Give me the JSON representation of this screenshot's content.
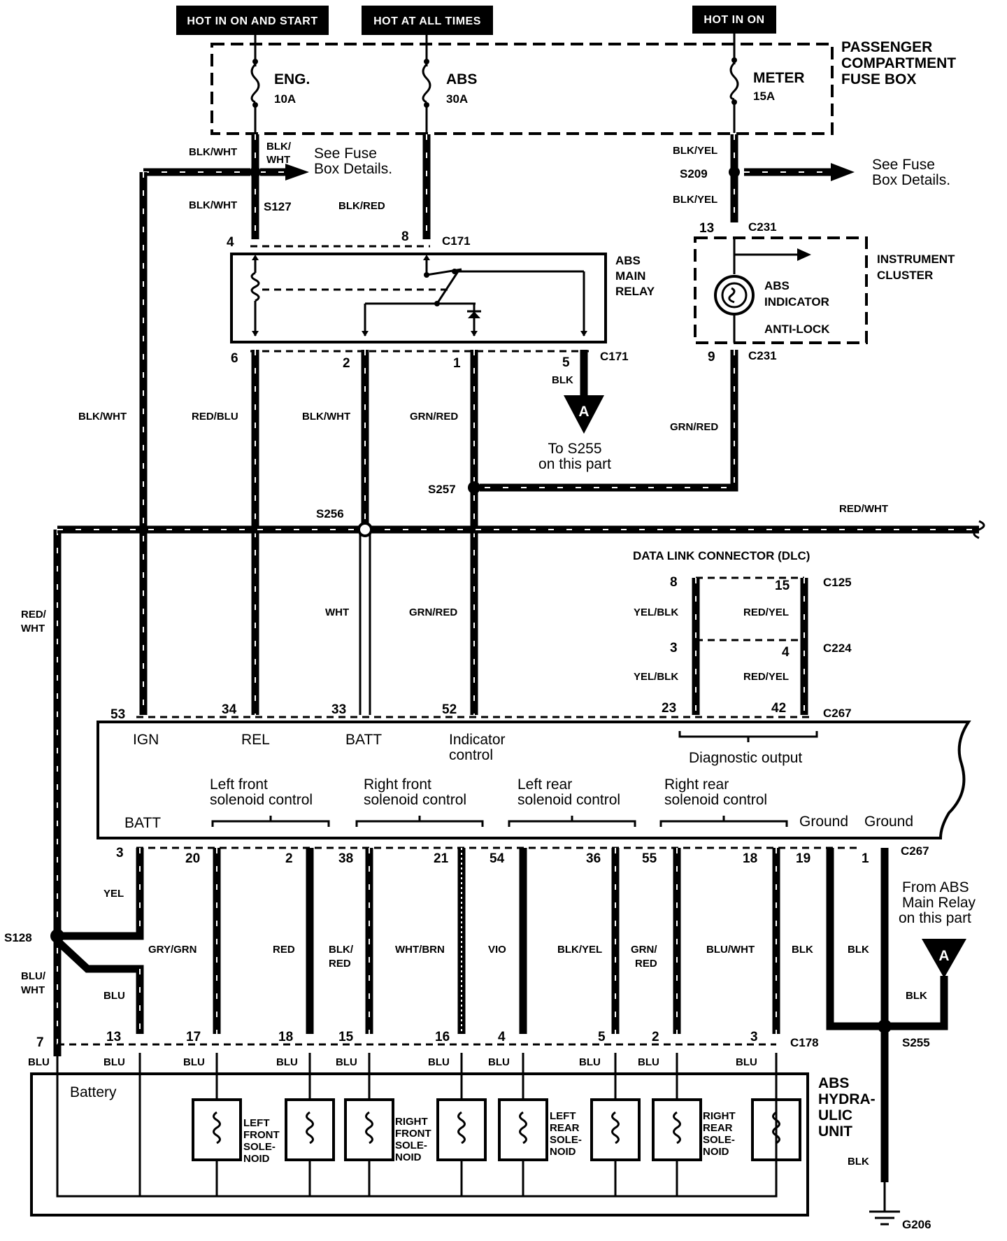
{
  "hot_tags": [
    "HOT IN ON AND START",
    "HOT AT ALL TIMES",
    "HOT IN ON"
  ],
  "fuse_box": {
    "title": [
      "PASSENGER",
      "COMPARTMENT",
      "FUSE BOX"
    ]
  },
  "fuses": [
    {
      "name": "ENG.",
      "rating": "10A"
    },
    {
      "name": "ABS",
      "rating": "30A"
    },
    {
      "name": "METER",
      "rating": "15A"
    }
  ],
  "see_fuse": [
    "See Fuse",
    "Box Details."
  ],
  "splices": [
    "S127",
    "S209",
    "S257",
    "S256",
    "S128",
    "S255"
  ],
  "relay": {
    "title": [
      "ABS",
      "MAIN",
      "RELAY"
    ]
  },
  "instrument_cluster": {
    "title": [
      "INSTRUMENT",
      "CLUSTER"
    ],
    "indicator": [
      "ABS",
      "INDICATOR"
    ],
    "anti_lock": "ANTI-LOCK"
  },
  "connectors": [
    "C171",
    "C231",
    "C125",
    "C224",
    "C267",
    "C178"
  ],
  "pins": {
    "c171_top": [
      "4",
      "8"
    ],
    "c171_bot": [
      "6",
      "2",
      "1",
      "5"
    ],
    "c231": [
      "13",
      "9"
    ],
    "c125": [
      "8",
      "15"
    ],
    "c224": [
      "3",
      "4"
    ],
    "c267_top": [
      "53",
      "34",
      "33",
      "52",
      "23",
      "42"
    ],
    "c267_bot": [
      "3",
      "20",
      "2",
      "38",
      "21",
      "54",
      "36",
      "55",
      "18",
      "19",
      "1"
    ],
    "c178": [
      "7",
      "13",
      "17",
      "18",
      "15",
      "16",
      "4",
      "5",
      "2",
      "3"
    ]
  },
  "wires": {
    "blk_wht": "BLK/WHT",
    "blk_wht_split": [
      "BLK/",
      "WHT"
    ],
    "blk_red": "BLK/RED",
    "blk_yel": "BLK/YEL",
    "red_blu": "RED/BLU",
    "grn_red": "GRN/RED",
    "blk": "BLK",
    "red_wht": "RED/WHT",
    "red_wht_split": [
      "RED/",
      "WHT"
    ],
    "wht": "WHT",
    "yel_blk": "YEL/BLK",
    "red_yel": "RED/YEL",
    "yel": "YEL",
    "gry_grn": "GRY/GRN",
    "red": "RED",
    "blk_red_split": [
      "BLK/",
      "RED"
    ],
    "wht_brn": "WHT/BRN",
    "vio": "VIO",
    "grn_red_split": [
      "GRN/",
      "RED"
    ],
    "blu_wht": "BLU/WHT",
    "blu_wht_split": [
      "BLU/",
      "WHT"
    ],
    "blu": "BLU"
  },
  "ref_a": {
    "letter": "A",
    "to": [
      "To S255",
      "on this part"
    ],
    "from": [
      "From ABS",
      "Main Relay",
      "on this part"
    ]
  },
  "dlc": "DATA LINK CONNECTOR (DLC)",
  "ecu_top": [
    "IGN",
    "REL",
    "BATT"
  ],
  "ecu_indicator": [
    "Indicator",
    "control"
  ],
  "ecu_diag": "Diagnostic output",
  "solenoid_controls": [
    [
      "Left front",
      "solenoid control"
    ],
    [
      "Right front",
      "solenoid control"
    ],
    [
      "Left rear",
      "solenoid control"
    ],
    [
      "Right rear",
      "solenoid control"
    ]
  ],
  "ecu_bottom": {
    "batt": "BATT",
    "ground1": "Ground",
    "ground2": "Ground"
  },
  "hydraulic": {
    "title": [
      "ABS",
      "HYDRA-",
      "ULIC",
      "UNIT"
    ],
    "battery": "Battery"
  },
  "solenoids": [
    [
      "LEFT",
      "FRONT",
      "SOLE-",
      "NOID"
    ],
    [
      "RIGHT",
      "FRONT",
      "SOLE-",
      "NOID"
    ],
    [
      "LEFT",
      "REAR",
      "SOLE-",
      "NOID"
    ],
    [
      "RIGHT",
      "REAR",
      "SOLE-",
      "NOID"
    ]
  ],
  "ground": "G206"
}
